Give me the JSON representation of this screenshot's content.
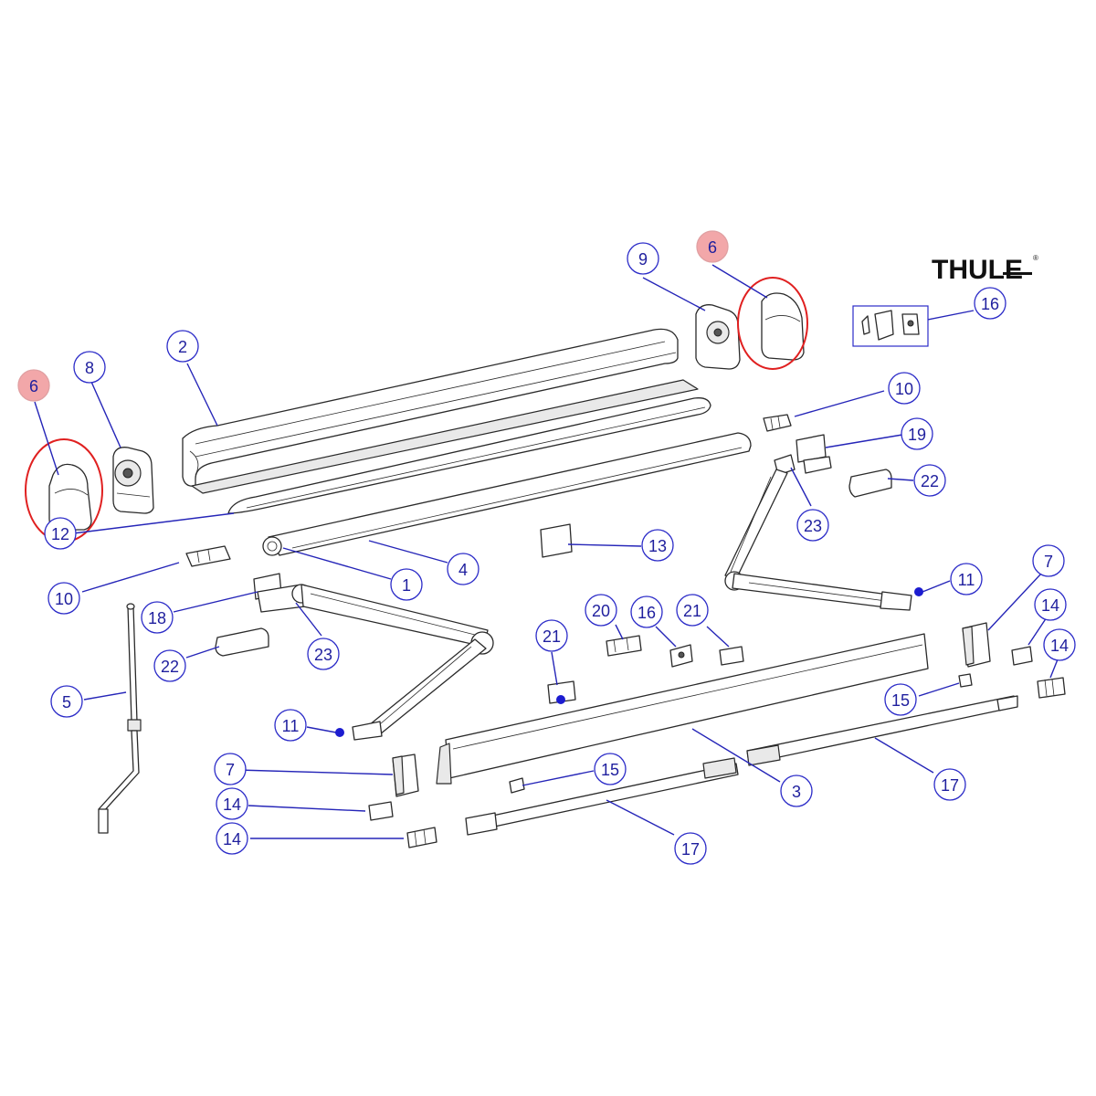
{
  "brand": {
    "logo_text": "THULE"
  },
  "callouts": [
    {
      "label": "1"
    },
    {
      "label": "2"
    },
    {
      "label": "3"
    },
    {
      "label": "4"
    },
    {
      "label": "5"
    },
    {
      "label": "6"
    },
    {
      "label": "6"
    },
    {
      "label": "7"
    },
    {
      "label": "7"
    },
    {
      "label": "8"
    },
    {
      "label": "9"
    },
    {
      "label": "10"
    },
    {
      "label": "10"
    },
    {
      "label": "11"
    },
    {
      "label": "11"
    },
    {
      "label": "12"
    },
    {
      "label": "13"
    },
    {
      "label": "14"
    },
    {
      "label": "14"
    },
    {
      "label": "14"
    },
    {
      "label": "14"
    },
    {
      "label": "15"
    },
    {
      "label": "15"
    },
    {
      "label": "16"
    },
    {
      "label": "16"
    },
    {
      "label": "17"
    },
    {
      "label": "17"
    },
    {
      "label": "18"
    },
    {
      "label": "19"
    },
    {
      "label": "20"
    },
    {
      "label": "21"
    },
    {
      "label": "21"
    },
    {
      "label": "22"
    },
    {
      "label": "22"
    },
    {
      "label": "23"
    },
    {
      "label": "23"
    }
  ],
  "colors": {
    "callout_ring": "#2b2bc8",
    "callout_text": "#1f1f9e",
    "highlight_fill": "#f2a7a9",
    "highlight_ring": "#e02020",
    "leader": "#2525b8"
  }
}
